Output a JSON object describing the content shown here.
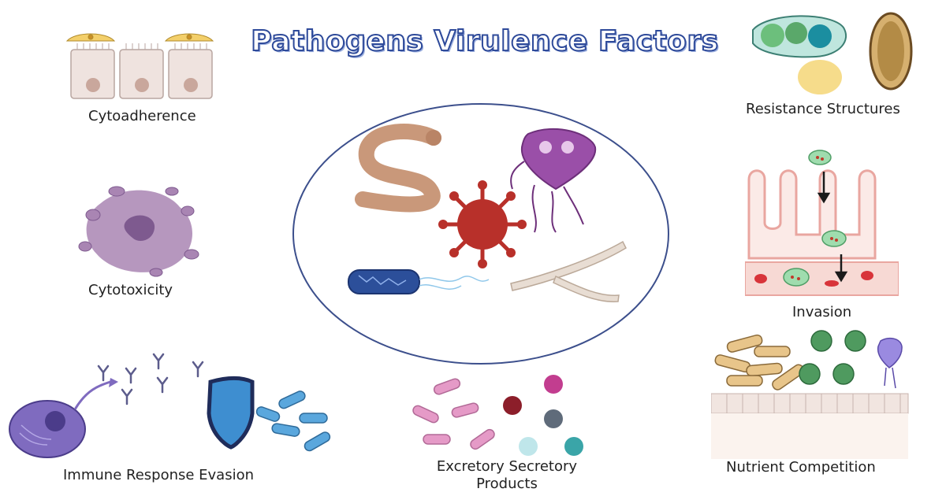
{
  "title": "Pathogens Virulence Factors",
  "labels": {
    "cytoadherence": "Cytoadherence",
    "cytotoxicity": "Cytotoxicity",
    "immune_evasion": "Immune Response Evasion",
    "excretory_line1": "Excretory Secretory",
    "excretory_line2": "Products",
    "resistance": "Resistance Structures",
    "invasion": "Invasion",
    "nutrient": "Nutrient Competition"
  },
  "colors": {
    "title_fill": "#ffffff",
    "title_outline": "#2e4a9a",
    "circle_outline": "#3c4f8c",
    "worm": "#c9987a",
    "virus": "#b8302a",
    "giardia": "#9a4fa8",
    "bacterium": "#2c4f9a",
    "fungus": "#e8ddd3",
    "shield": "#3e8ed0",
    "tissue": "#f7d9d4"
  }
}
